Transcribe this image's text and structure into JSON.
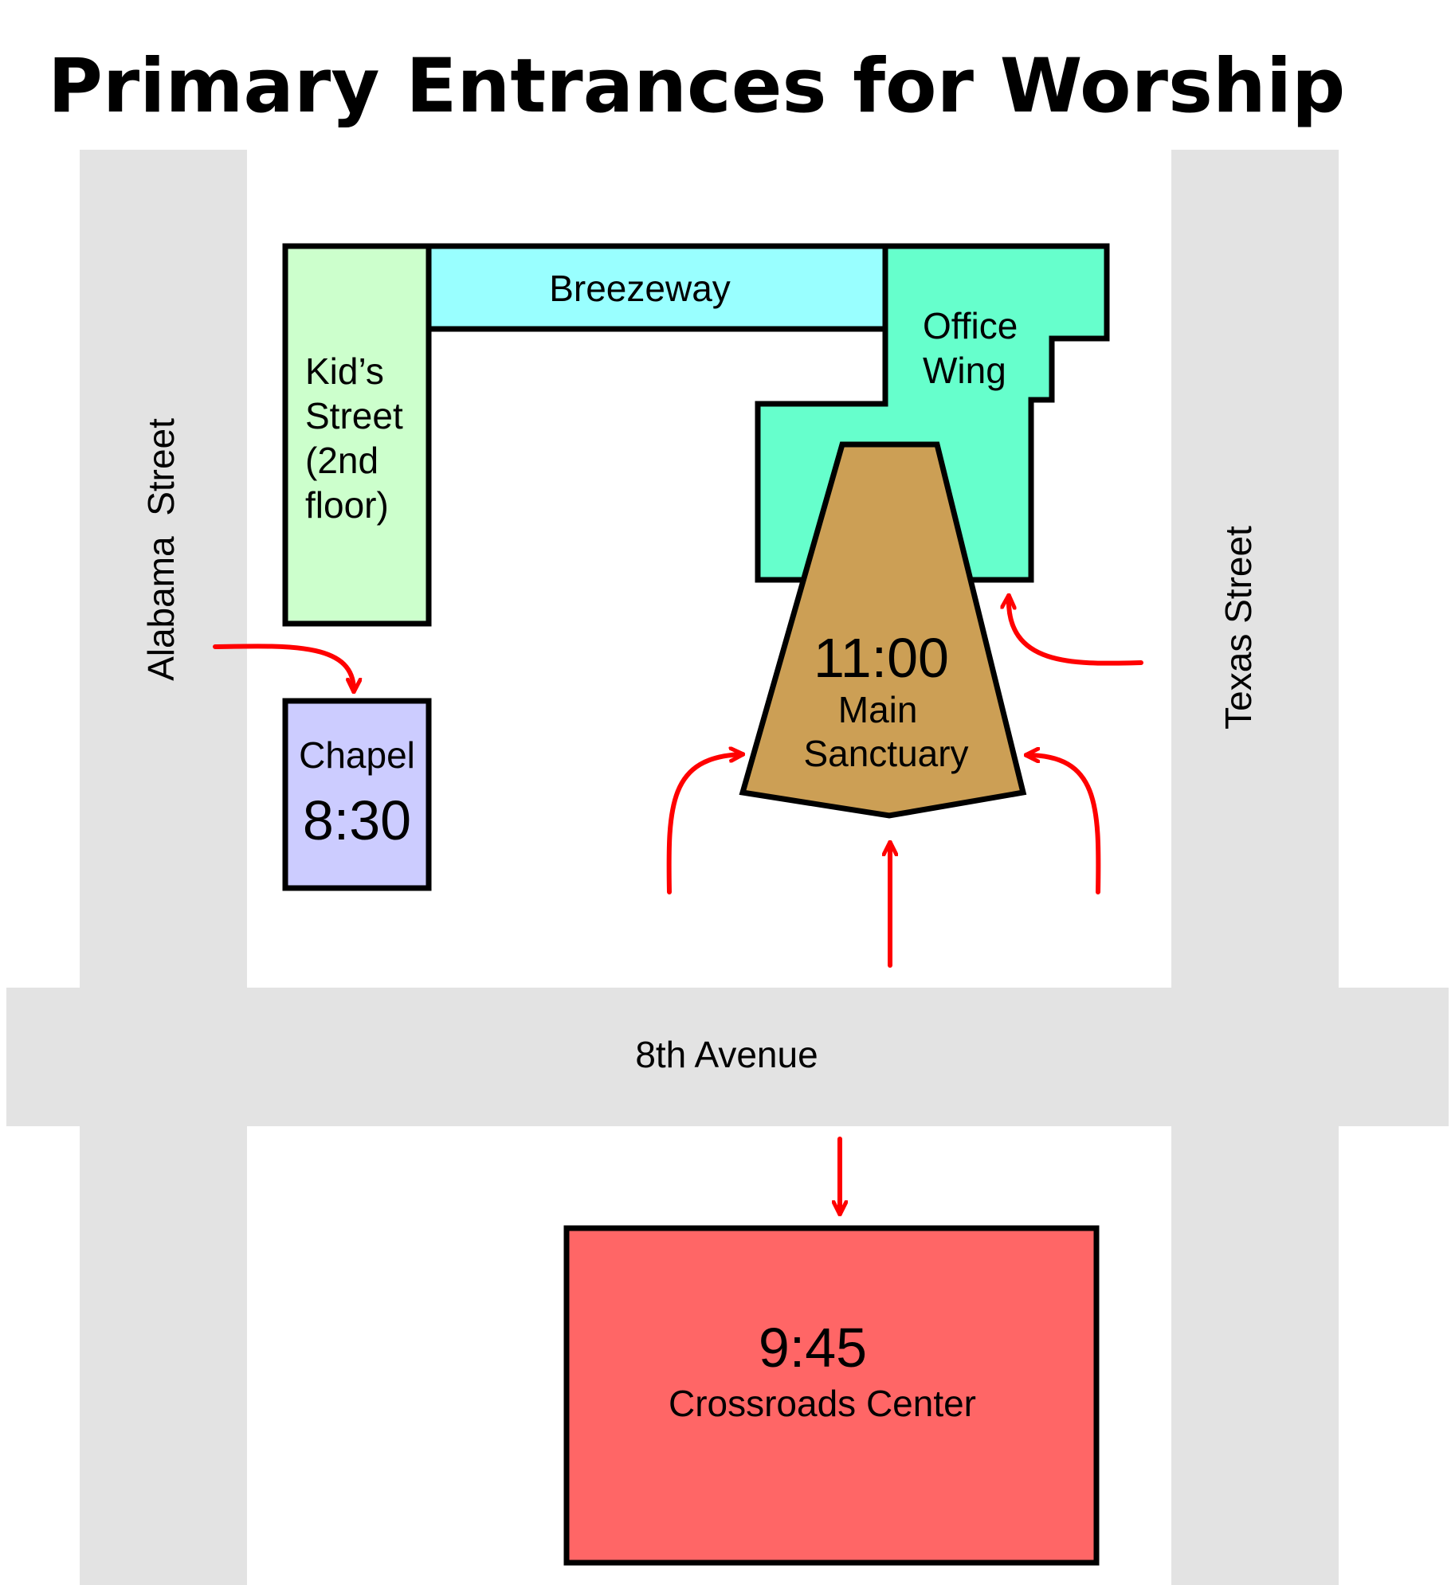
{
  "title": "Primary Entrances for Worship",
  "streets": {
    "alabama": "Alabama  Street",
    "texas": "Texas Street",
    "eighth": "8th Avenue"
  },
  "buildings": {
    "breezeway": {
      "label": "Breezeway",
      "color": "#99ffff"
    },
    "kids_street": {
      "lines": [
        "Kid’s",
        "Street",
        "(2nd",
        "floor)"
      ],
      "color": "#ccffcc"
    },
    "office_wing": {
      "lines": [
        "Office",
        "Wing"
      ],
      "color": "#66ffcc"
    },
    "chapel": {
      "name": "Chapel",
      "time": "8:30",
      "color": "#ccccff"
    },
    "sanctuary": {
      "time": "11:00",
      "lines": [
        "Main",
        "Sanctuary"
      ],
      "color": "#cc9f55"
    },
    "crossroads": {
      "time": "9:45",
      "name": "Crossroads Center",
      "color": "#ff6666"
    }
  },
  "colors": {
    "street": "#e3e3e3",
    "arrow": "#ff0000",
    "outline": "#000000"
  }
}
